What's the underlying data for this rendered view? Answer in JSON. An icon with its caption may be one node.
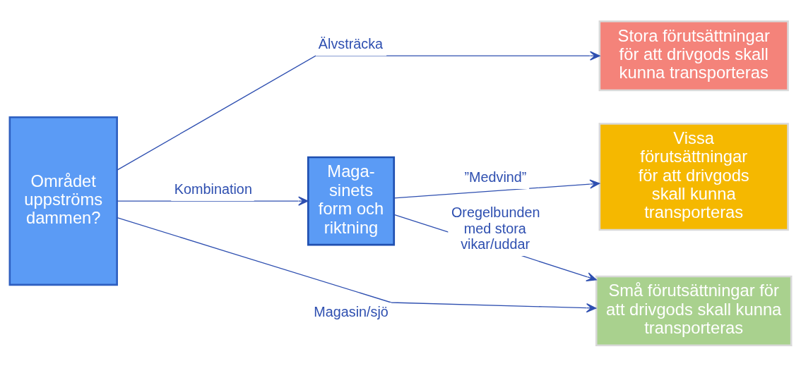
{
  "diagram": {
    "nodes": [
      {
        "text": [
          "Området uppströms dammen?"
        ]
      },
      {
        "text": [
          "Maga- sinets form och riktning"
        ]
      },
      {
        "text": [
          "Stora förutsättningar för att drivgods skall kunna transporteras"
        ]
      },
      {
        "text": [
          "Vissa förutsättningar för att drivgods skall kunna transporteras"
        ]
      },
      {
        "text": [
          "Små förutsättningar för att drivgods skall kunna transporteras"
        ]
      }
    ],
    "edges": [
      {
        "from": 0,
        "to": 2,
        "arrow": "to",
        "label": "Älvsträcka"
      },
      {
        "from": 0,
        "to": 1,
        "arrow": "to",
        "label": "Kombination"
      },
      {
        "from": 1,
        "to": 3,
        "arrow": "to",
        "label": "”Medvind”"
      },
      {
        "from": 1,
        "to": 4,
        "arrow": "to",
        "label": "Oregelbunden med stora vikar/uddar"
      },
      {
        "from": 0,
        "to": 4,
        "arrow": "to",
        "label": "Magasin/sjö"
      }
    ]
  }
}
